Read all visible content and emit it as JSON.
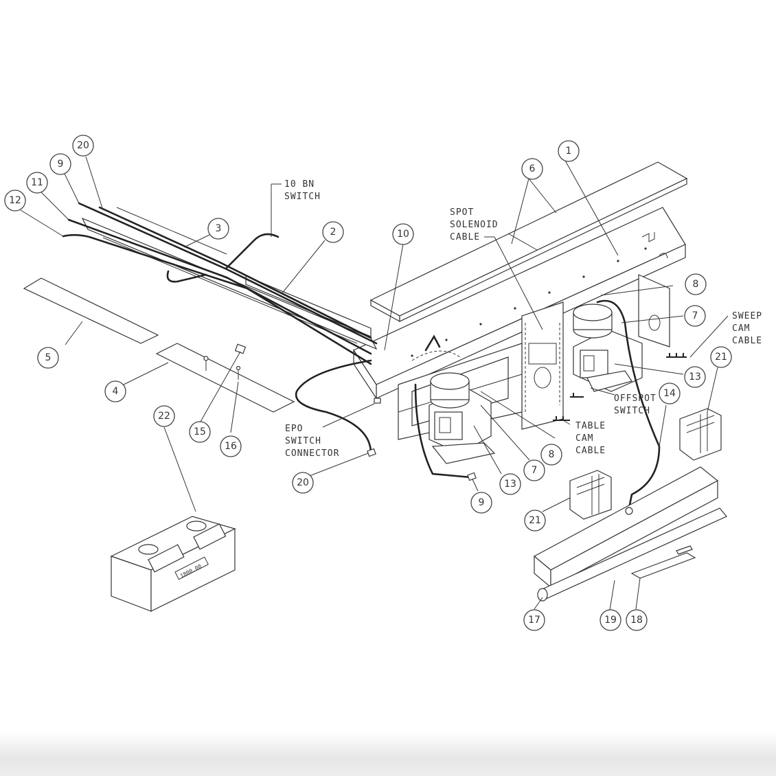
{
  "callouts": {
    "c1": "1",
    "c2": "2",
    "c3": "3",
    "c4": "4",
    "c5": "5",
    "c6": "6",
    "c7a": "7",
    "c7b": "7",
    "c8a": "8",
    "c8b": "8",
    "c9a": "9",
    "c9b": "9",
    "c10": "10",
    "c11": "11",
    "c12": "12",
    "c13a": "13",
    "c13b": "13",
    "c14": "14",
    "c15": "15",
    "c16": "16",
    "c17": "17",
    "c18": "18",
    "c19": "19",
    "c20a": "20",
    "c20b": "20",
    "c21a": "21",
    "c21b": "21",
    "c22": "22"
  },
  "labels": {
    "ten_bn_switch": [
      "10 BN",
      "SWITCH"
    ],
    "spot_solenoid_cable": [
      "SPOT",
      "SOLENOID",
      "CABLE"
    ],
    "sweep_cam_cable": [
      "SWEEP",
      "CAM",
      "CABLE"
    ],
    "offspot_switch": [
      "OFFSPOT",
      "SWITCH"
    ],
    "table_cam_cable": [
      "TABLE",
      "CAM",
      "CABLE"
    ],
    "epo_switch_connector": [
      "EPO",
      "SWITCH",
      "CONNECTOR"
    ]
  },
  "display_box": {
    "counter_readout": "1800.00"
  }
}
